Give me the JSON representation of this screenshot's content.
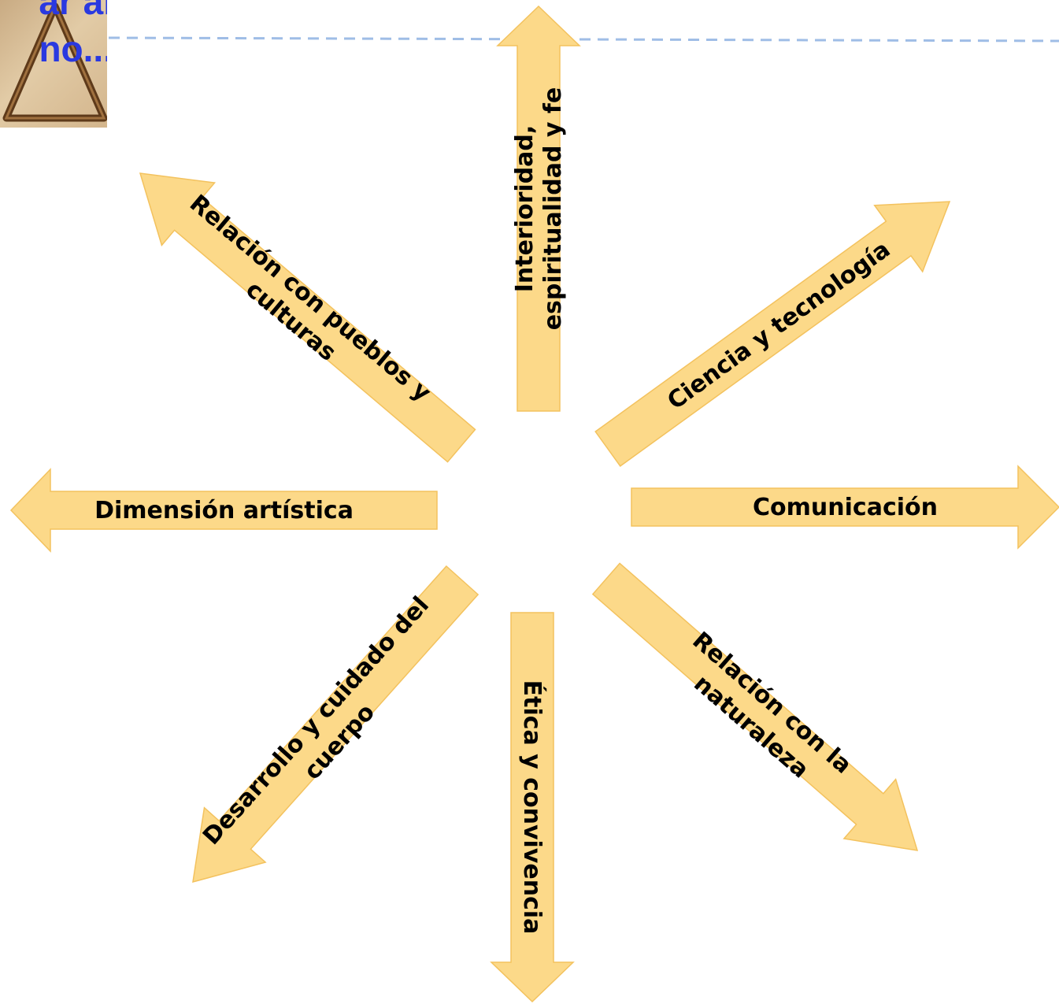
{
  "header": {
    "title_fragment": "ar al\nno...",
    "divider_color": "#9fbde6"
  },
  "diagram": {
    "arrow_fill": "#fcd989",
    "arrow_stroke": "#f3c25e",
    "arrows": [
      {
        "id": "interioridad",
        "lines": [
          "Interioridad,",
          "espiritualidad y fe"
        ]
      },
      {
        "id": "ciencia",
        "lines": [
          "Ciencia y tecnología"
        ]
      },
      {
        "id": "comunicacion",
        "lines": [
          "Comunicación"
        ]
      },
      {
        "id": "naturaleza",
        "lines": [
          "Relación con la",
          "naturaleza"
        ]
      },
      {
        "id": "etica",
        "lines": [
          "Ética y convivencia"
        ]
      },
      {
        "id": "cuerpo",
        "lines": [
          "Desarrollo y cuidado del",
          "cuerpo"
        ]
      },
      {
        "id": "artistica",
        "lines": [
          "Dimensión artística"
        ]
      },
      {
        "id": "pueblos",
        "lines": [
          "Relación con pueblos y",
          "culturas"
        ]
      }
    ]
  }
}
